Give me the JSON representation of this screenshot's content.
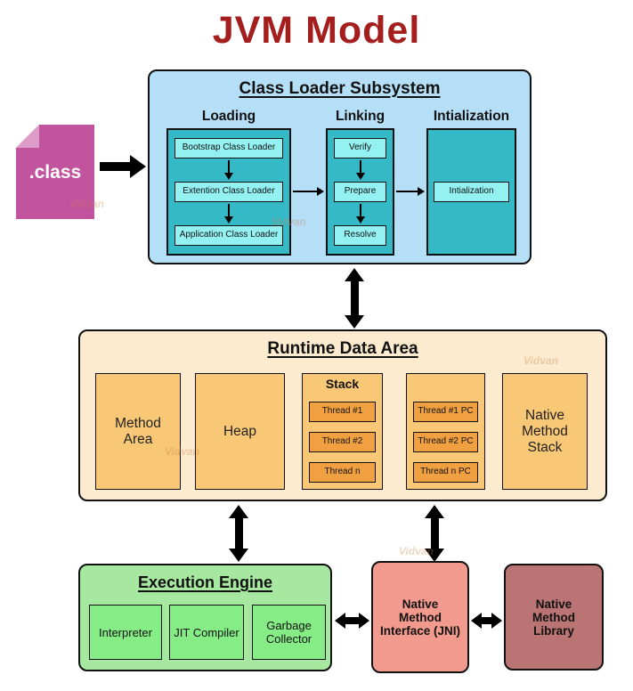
{
  "title": "JVM Model",
  "watermark": "Vidvan",
  "class_file": {
    "label": ".class"
  },
  "class_loader": {
    "title": "Class Loader Subsystem",
    "columns": {
      "loading": {
        "label": "Loading",
        "items": [
          "Bootstrap Class Loader",
          "Extention Class Loader",
          "Application Class Loader"
        ]
      },
      "linking": {
        "label": "Linking",
        "items": [
          "Verify",
          "Prepare",
          "Resolve"
        ]
      },
      "initialization": {
        "label": "Intialization",
        "items": [
          "Intialization"
        ]
      }
    }
  },
  "runtime_data_area": {
    "title": "Runtime Data Area",
    "method_area": {
      "label": "Method Area"
    },
    "heap": {
      "label": "Heap"
    },
    "stack": {
      "label": "Stack",
      "items": [
        "Thread #1",
        "Thread #2",
        "Thread n"
      ]
    },
    "pc_registers": {
      "items": [
        "Thread #1 PC",
        "Thread #2 PC",
        "Thread n PC"
      ]
    },
    "native_method_stack": {
      "label": "Native Method Stack"
    }
  },
  "execution_engine": {
    "title": "Execution Engine",
    "items": [
      "Interpreter",
      "JIT Compiler",
      "Garbage Collector"
    ]
  },
  "native_method_interface": {
    "label": "Native Method Interface (JNI)"
  },
  "native_method_library": {
    "label": "Native Method Library"
  },
  "colors": {
    "title": "#A41E1E",
    "class-file": "#C2539F",
    "class-file-fold": "#DE9CC9",
    "loader-bg": "#B4DFF7",
    "loader-panel": "#35B9C6",
    "loader-item": "#93F1F1",
    "runtime-bg": "#FCEBCE",
    "runtime-box": "#F9C876",
    "thread-box": "#F0A041",
    "engine-bg": "#A6E8A0",
    "engine-box": "#86EC86",
    "jni-bg": "#F29A8D",
    "library-bg": "#BA7474"
  }
}
